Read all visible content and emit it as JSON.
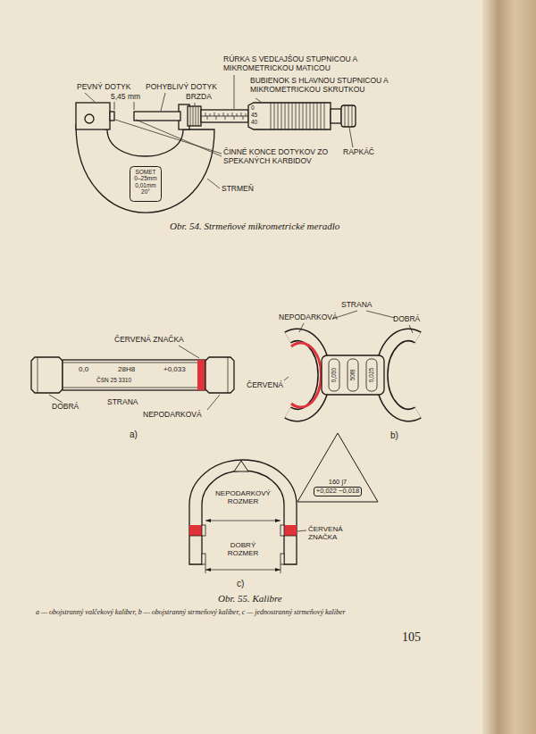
{
  "diagram": {
    "nodes": [
      {
        "text": [
          "SOMET",
          "0–25mm",
          "0,01mm",
          "20°"
        ]
      },
      {
        "text": [
          "160 j7",
          "+0,022 −0,018"
        ]
      }
    ],
    "labels": [
      "RÚRKA S VEDĽAJŠOU STUPNICOU A MIKROMETRICKOU MATICOU",
      "PEVNÝ DOTYK",
      "5,45 mm",
      "POHYBLIVÝ DOTYK",
      "BRZDA",
      "BUBIENOK S HLAVNOU STUPNICOU A MIKROMETRICKOU SKRUTKOU",
      "0",
      "45",
      "40",
      "RAPKÁČ",
      "ČINNÉ KONCE DOTYKOV ZO SPEKANÝCH KARBIDOV",
      "STRMEŇ",
      "Obr. 54. Strmeňové mikrometrické meradlo",
      "ČERVENÁ ZNAČKA",
      "0,0",
      "28H8",
      "+0,033",
      "ČSN 25 3310",
      "DOBRÁ",
      "STRANA",
      "NEPODARKOVÁ",
      "a)",
      "STRANA",
      "NEPODARKOVÁ",
      "DOBRÁ",
      "ČERVENÁ",
      "0,050",
      "50f8",
      "0,025",
      "b)",
      "NEPODARKOVÝ ROZMER",
      "ČERVENÁ ZNAČKA",
      "DOBRÝ ROZMER",
      "c)",
      "Obr. 55. Kalibre",
      "a — obojstranný valčekový kaliber, b — obojstranný strmeňový kaliber, c — jednostranný strmeňový kaliber",
      "105"
    ]
  }
}
